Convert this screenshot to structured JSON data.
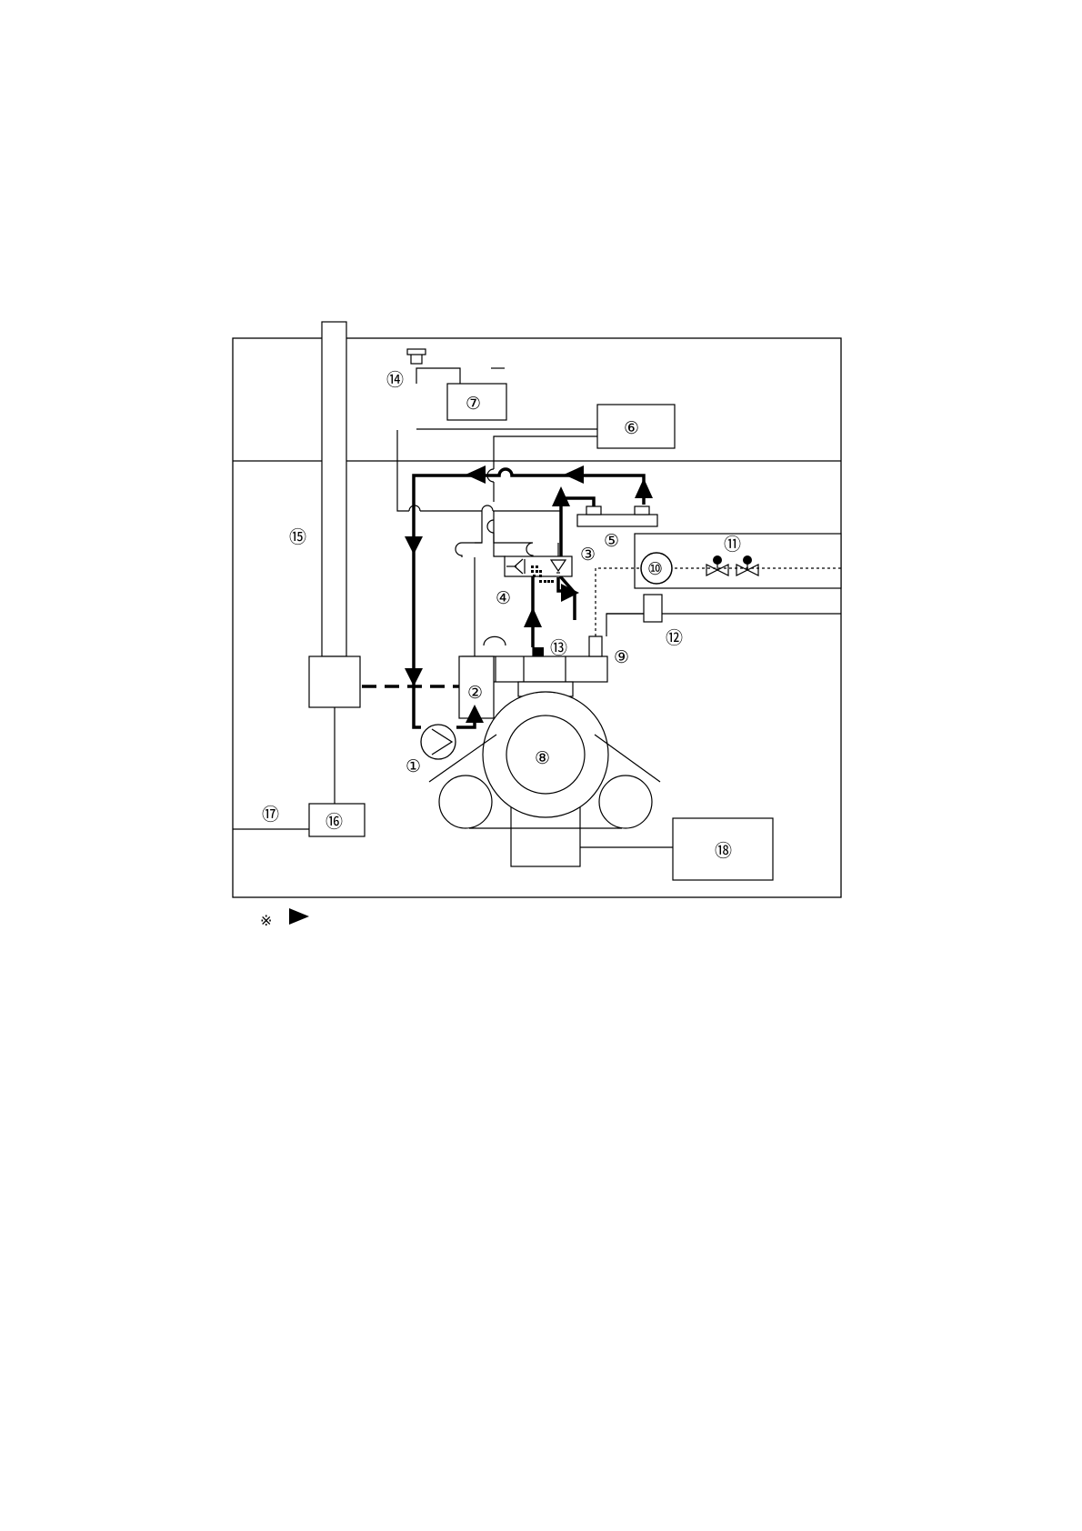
{
  "labels": {
    "n1": "①",
    "n2": "②",
    "n3": "③",
    "n4": "④",
    "n5": "⑤",
    "n6": "⑥",
    "n7": "⑦",
    "n8": "⑧",
    "n9": "⑨",
    "n10": "⑩",
    "n11": "⑪",
    "n12": "⑫",
    "n13": "⑬",
    "n14": "⑭",
    "n15": "⑮",
    "n16": "⑯",
    "n17": "⑰",
    "n18": "⑱"
  },
  "legend": {
    "mark": "※"
  }
}
